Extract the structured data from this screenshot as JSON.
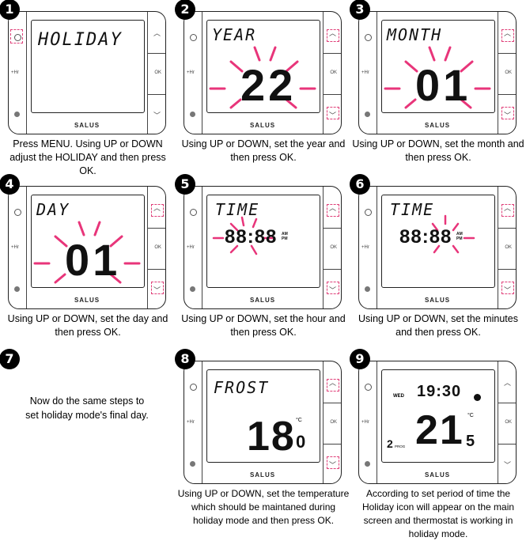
{
  "brand": "SALUS",
  "labels": {
    "hr": "+Hr",
    "ok": "OK",
    "am": "AM",
    "pm": "PM",
    "deg": "°C",
    "prog": "PROG",
    "day_wed": "WED"
  },
  "steps": [
    {
      "num": "1",
      "screen": "HOLIDAY",
      "caption": "Press MENU. Using UP or DOWN adjust the  HOLIDAY and then press OK."
    },
    {
      "num": "2",
      "screen": "YEAR",
      "value": "22",
      "caption": "Using UP or DOWN, set the year and then press OK."
    },
    {
      "num": "3",
      "screen": "MONTH",
      "value": "01",
      "caption": "Using UP or DOWN, set the month and then press OK."
    },
    {
      "num": "4",
      "screen": "DAY",
      "value": "01",
      "caption": "Using UP or DOWN, set the day and then press OK."
    },
    {
      "num": "5",
      "screen": "TIME",
      "value": "88:88",
      "caption": "Using UP or DOWN, set the hour and then press OK."
    },
    {
      "num": "6",
      "screen": "TIME",
      "value": "88:88",
      "caption": "Using UP or DOWN, set the minutes  and then press OK."
    },
    {
      "num": "7",
      "caption": "Now do the same steps to set holiday mode's final day."
    },
    {
      "num": "8",
      "screen": "FROST",
      "value": "18",
      "value_dec": "0",
      "caption": "Using UP or DOWN, set the temperature which should be maintaned during holiday mode and then press OK."
    },
    {
      "num": "9",
      "time": "19:30",
      "value": "21",
      "value_dec": "5",
      "prog": "2",
      "caption": "According to set period of time the Holiday icon will appear on the main screen and thermostat is working in holiday mode."
    }
  ],
  "colors": {
    "highlight": "#e0417a",
    "glow": "#e8357a"
  }
}
